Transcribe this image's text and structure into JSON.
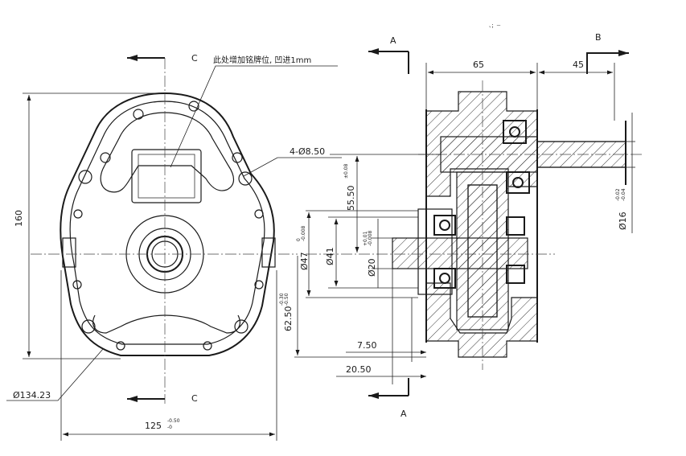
{
  "section_labels": {
    "section_a_top": "A",
    "section_a_bottom": "A",
    "section_b": "B",
    "section_c_top": "C",
    "section_c_bottom": "C"
  },
  "notes": {
    "nameplate_note": "此处增加铭牌位, 凹进1mm",
    "corner_mark": "、；－"
  },
  "dimensions": {
    "height_160": "160",
    "hole_pattern": "4-Ø8.50",
    "dia_134": "Ø134.23",
    "width_125": "125",
    "width_125_tol_upper": "-0.50",
    "width_125_tol_lower": "-0",
    "dia_47": "Ø47",
    "dia_47_tol_upper": "0",
    "dia_47_tol_lower": "-0.008",
    "dim_62_50": "62.50",
    "dim_62_50_tol_upper": "-0.30",
    "dim_62_50_tol_lower": "-0.50",
    "dim_55_50": "55.50",
    "dim_55_50_tol": "±0.08",
    "dia_41": "Ø41",
    "dia_20": "Ø20",
    "dia_20_tol_upper": "+0.01",
    "dia_20_tol_lower": "-0.008",
    "dim_65": "65",
    "dim_45": "45",
    "dia_16": "Ø16",
    "dia_16_tol_upper": "-0.02",
    "dia_16_tol_lower": "-0.04",
    "dim_7_50": "7.50",
    "dim_20_50": "20.50"
  }
}
